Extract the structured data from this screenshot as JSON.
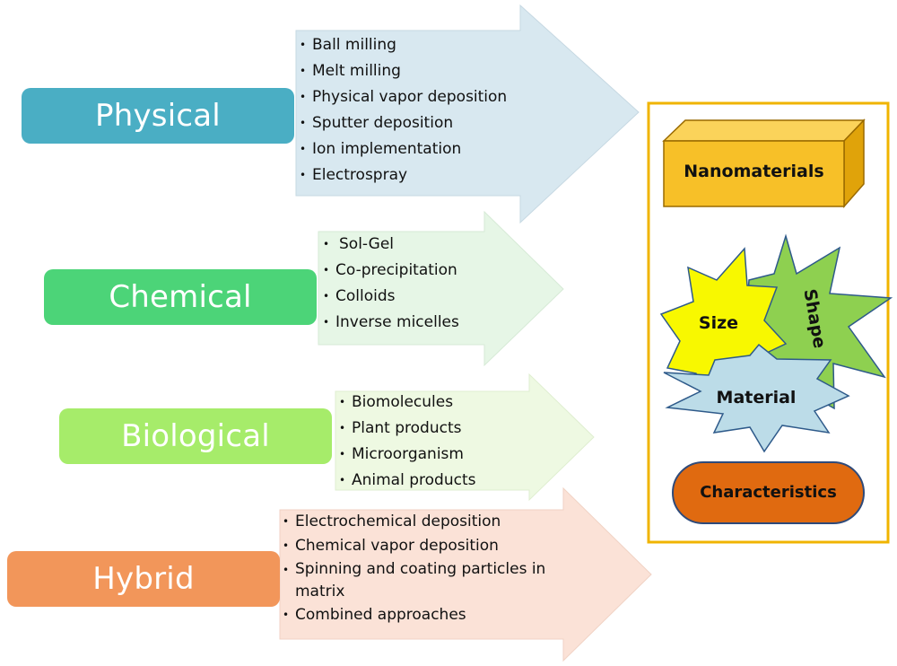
{
  "methods": [
    {
      "name": "Physical",
      "items": [
        "Ball milling",
        "Melt milling",
        "Physical vapor deposition",
        "Sputter deposition",
        "Ion implementation",
        "Electrospray"
      ]
    },
    {
      "name": "Chemical",
      "items": [
        "Sol-Gel",
        "Co-precipitation",
        "Colloids",
        "Inverse micelles"
      ]
    },
    {
      "name": "Biological",
      "items": [
        "Biomolecules",
        "Plant products",
        "Microorganism",
        "Animal products"
      ]
    },
    {
      "name": "Hybrid",
      "items": [
        "Electrochemical deposition",
        "Chemical vapor deposition",
        "Spinning and coating particles in matrix",
        "Combined approaches"
      ]
    }
  ],
  "outcome": {
    "title": "Nanomaterials",
    "size": "Size",
    "shape": "Shape",
    "material": "Material",
    "characteristics": "Characteristics"
  },
  "colors": {
    "physical": "#4aaec4",
    "chemical": "#4cd478",
    "biological": "#a6ec6a",
    "hybrid": "#f2965a",
    "physical_arrow": "#d8e8f0",
    "chemical_arrow": "#e6f6e6",
    "biological_arrow": "#eef9e2",
    "hybrid_arrow": "#fbe2d7",
    "frame": "#f0b400",
    "box": "#f7c028",
    "size_star": "#f8f800",
    "shape_star": "#8ed050",
    "material_star": "#bcdce8",
    "characteristics": "#e06a10"
  }
}
